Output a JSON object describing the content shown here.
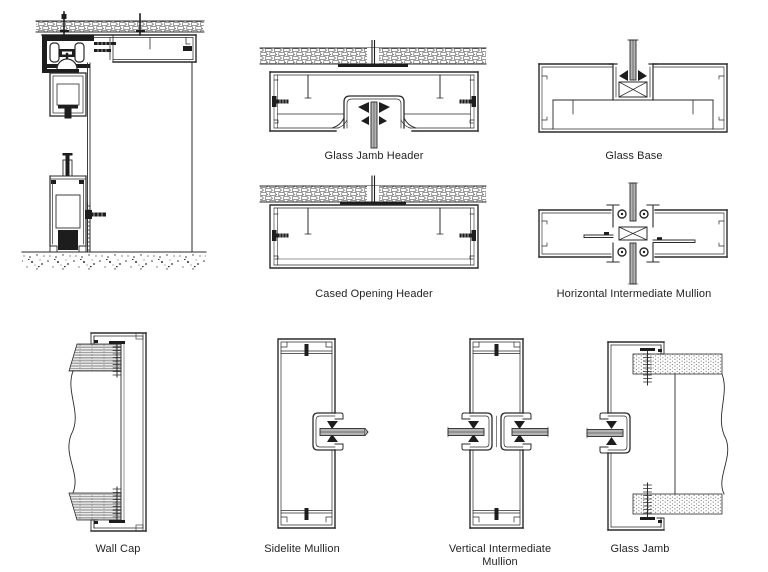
{
  "sheet": {
    "background": "#ffffff",
    "line_color": "#2b2b2b",
    "glass_color": "#b4b4b4",
    "label_color": "#231f20"
  },
  "diagrams": {
    "glass_jamb_header": {
      "label": "Glass Jamb Header"
    },
    "glass_base": {
      "label": "Glass Base"
    },
    "cased_opening_header": {
      "label": "Cased Opening Header"
    },
    "horizontal_intermediate_mullion": {
      "label": "Horizontal Intermediate Mullion"
    },
    "wall_cap": {
      "label": "Wall Cap"
    },
    "sidelite_mullion": {
      "label": "Sidelite Mullion"
    },
    "vertical_intermediate_mullion": {
      "label": "Vertical Intermediate Mullion"
    },
    "glass_jamb": {
      "label": "Glass Jamb"
    }
  }
}
